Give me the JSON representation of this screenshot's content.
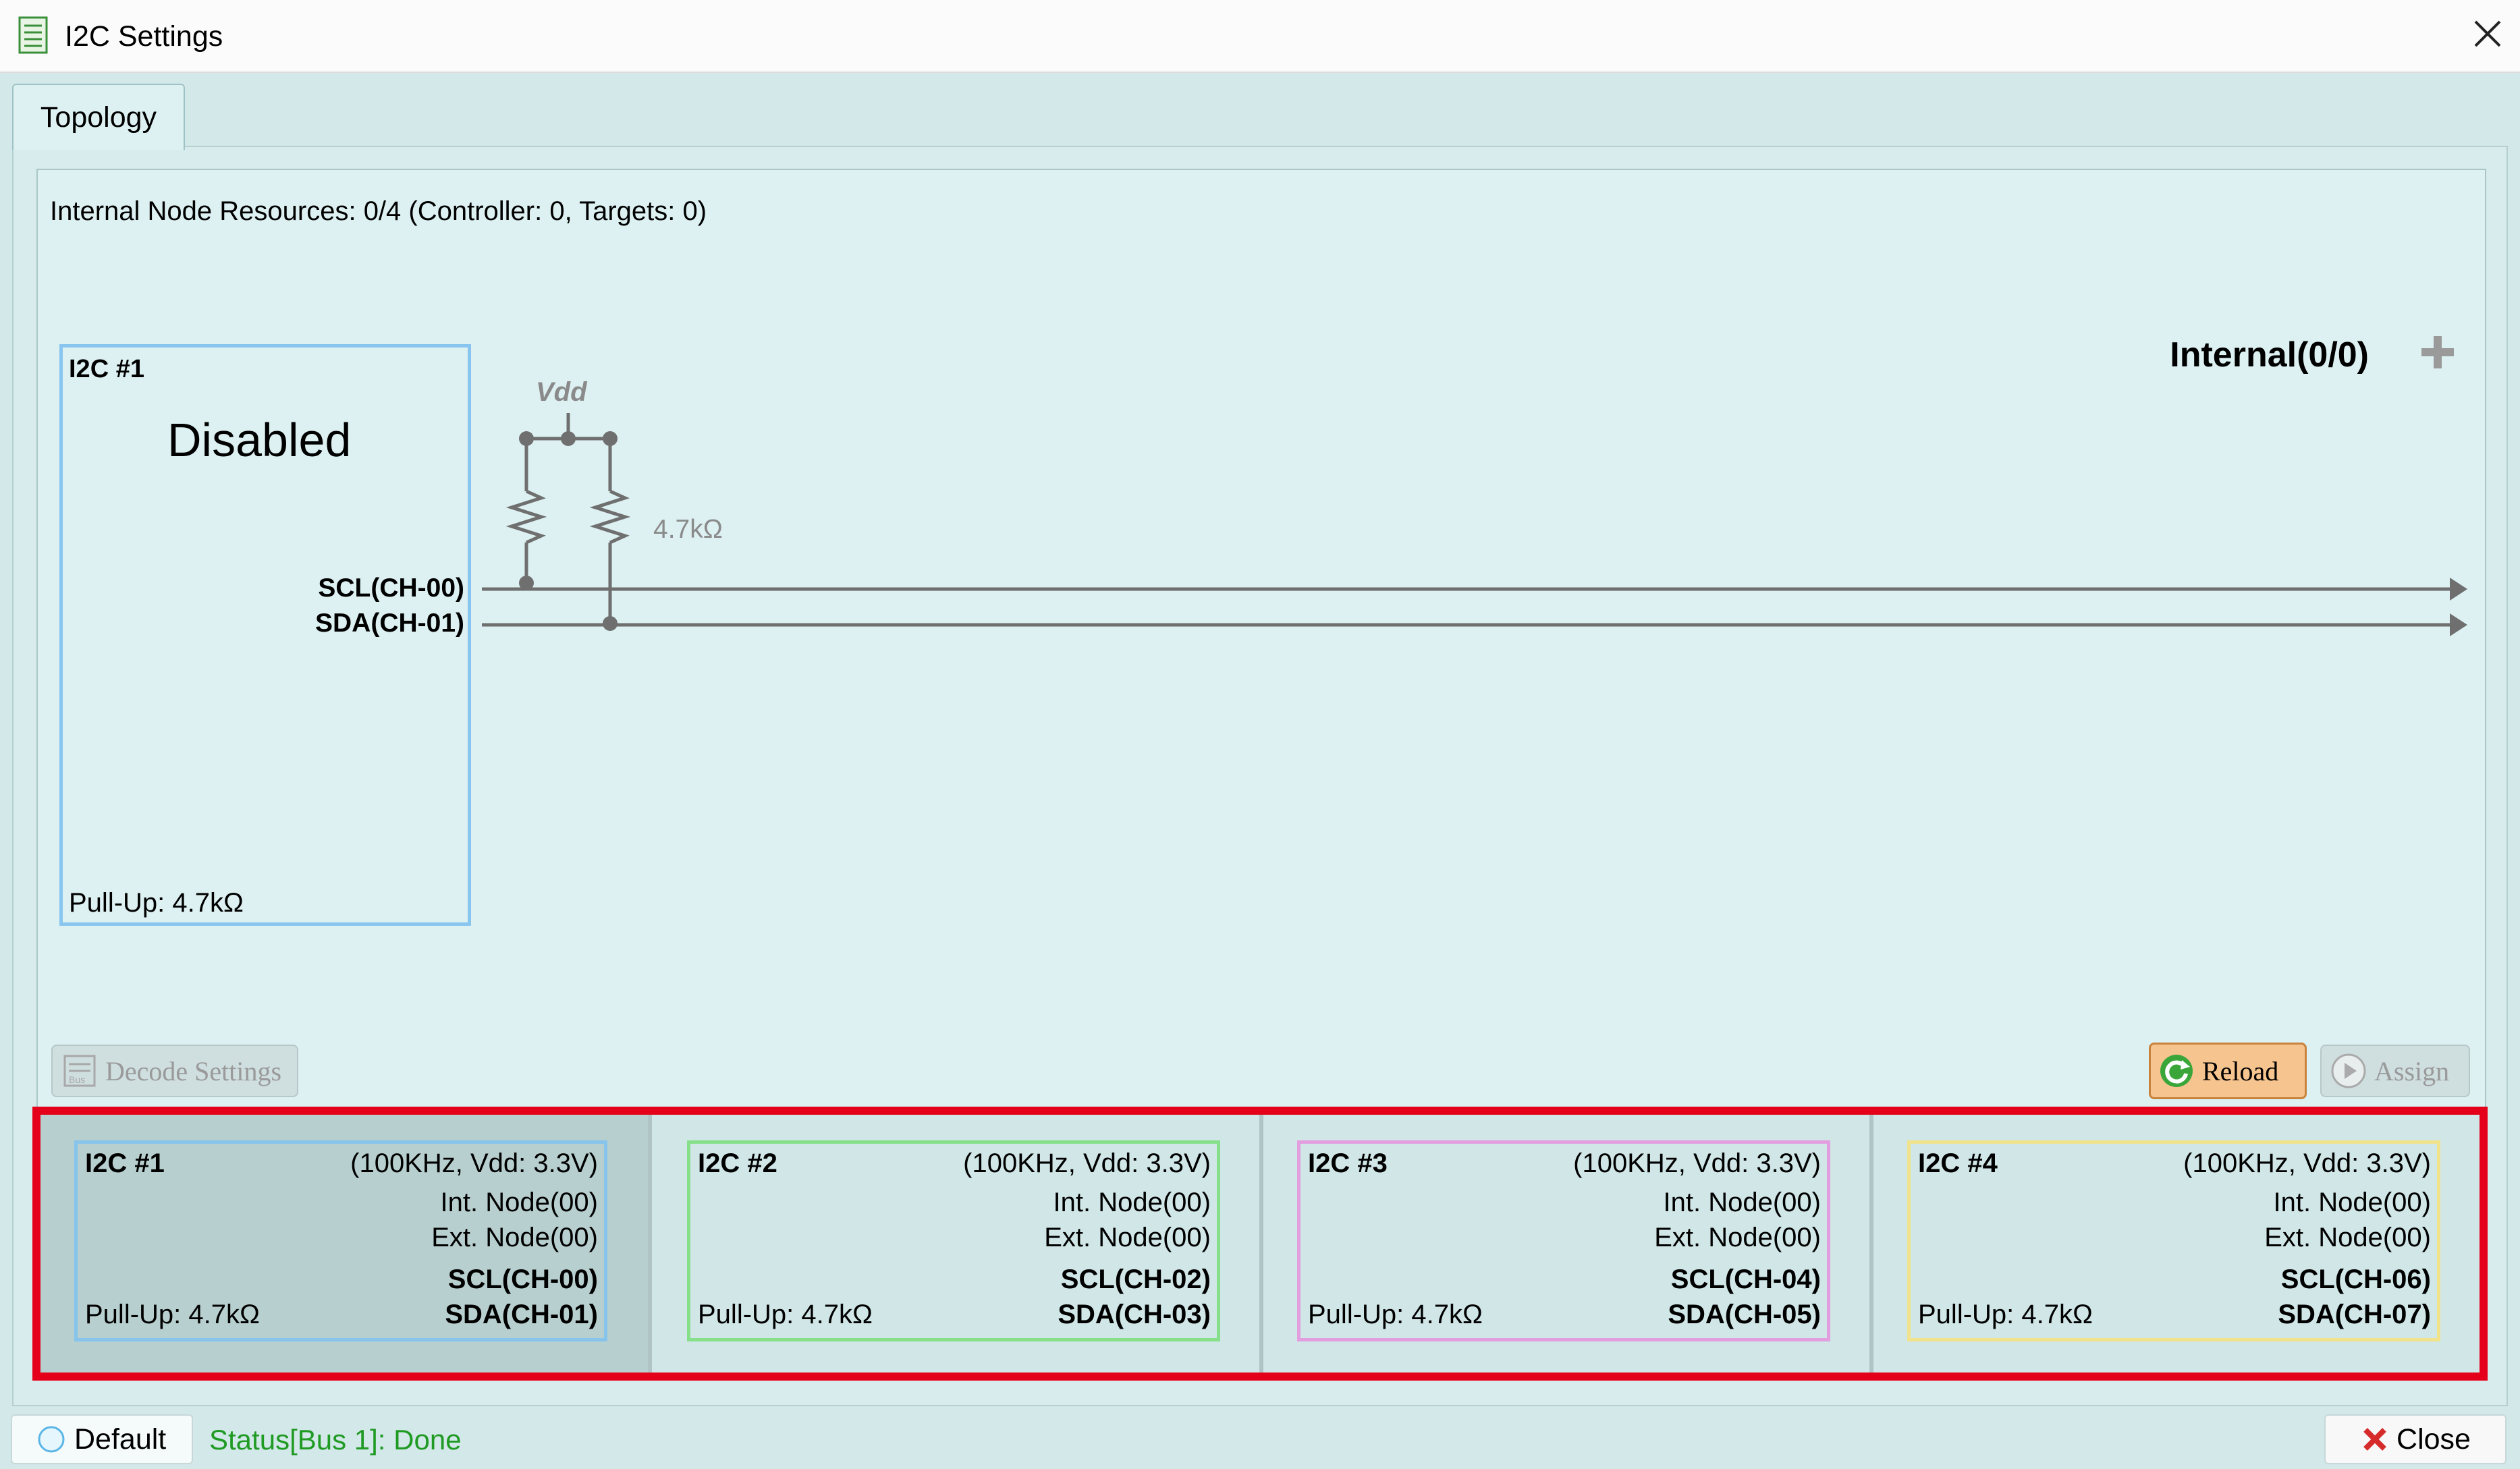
{
  "window": {
    "title": "I2C Settings",
    "icon": "document-list-icon",
    "close_icon": "close-icon"
  },
  "tabs": [
    {
      "label": "Topology",
      "active": true
    }
  ],
  "topology": {
    "resources": "Internal Node Resources: 0/4 (Controller: 0, Targets: 0)",
    "node": {
      "title": "I2C #1",
      "status": "Disabled",
      "scl": "SCL(CH-00)",
      "sda": "SDA(CH-01)",
      "pullup": "Pull-Up: 4.7kΩ"
    },
    "vdd_label": "Vdd",
    "resistor_label": "4.7kΩ",
    "internal_label": "Internal(0/0)",
    "add_icon": "plus-icon"
  },
  "buttons": {
    "decode": "Decode Settings",
    "reload": "Reload",
    "assign": "Assign"
  },
  "buses": [
    {
      "title": "I2C #1",
      "params": "(100KHz, Vdd: 3.3V)",
      "int_node": "Int. Node(00)",
      "ext_node": "Ext. Node(00)",
      "scl": "SCL(CH-00)",
      "sda": "SDA(CH-01)",
      "pullup": "Pull-Up: 4.7kΩ",
      "color": "#86c4ec",
      "selected": true
    },
    {
      "title": "I2C #2",
      "params": "(100KHz, Vdd: 3.3V)",
      "int_node": "Int. Node(00)",
      "ext_node": "Ext. Node(00)",
      "scl": "SCL(CH-02)",
      "sda": "SDA(CH-03)",
      "pullup": "Pull-Up: 4.7kΩ",
      "color": "#86e08a",
      "selected": false
    },
    {
      "title": "I2C #3",
      "params": "(100KHz, Vdd: 3.3V)",
      "int_node": "Int. Node(00)",
      "ext_node": "Ext. Node(00)",
      "scl": "SCL(CH-04)",
      "sda": "SDA(CH-05)",
      "pullup": "Pull-Up: 4.7kΩ",
      "color": "#e39ee0",
      "selected": false
    },
    {
      "title": "I2C #4",
      "params": "(100KHz, Vdd: 3.3V)",
      "int_node": "Int. Node(00)",
      "ext_node": "Ext. Node(00)",
      "scl": "SCL(CH-06)",
      "sda": "SDA(CH-07)",
      "pullup": "Pull-Up: 4.7kΩ",
      "color": "#f1e28c",
      "selected": false
    }
  ],
  "footer": {
    "default_label": "Default",
    "status": "Status[Bus 1]: Done",
    "close_label": "Close"
  },
  "colors": {
    "highlight_border": "#e4001a",
    "status_green": "#1f9a23",
    "reload_bg": "#f6c48f",
    "close_x": "#d62b2b",
    "wire": "#6f6f6f"
  }
}
